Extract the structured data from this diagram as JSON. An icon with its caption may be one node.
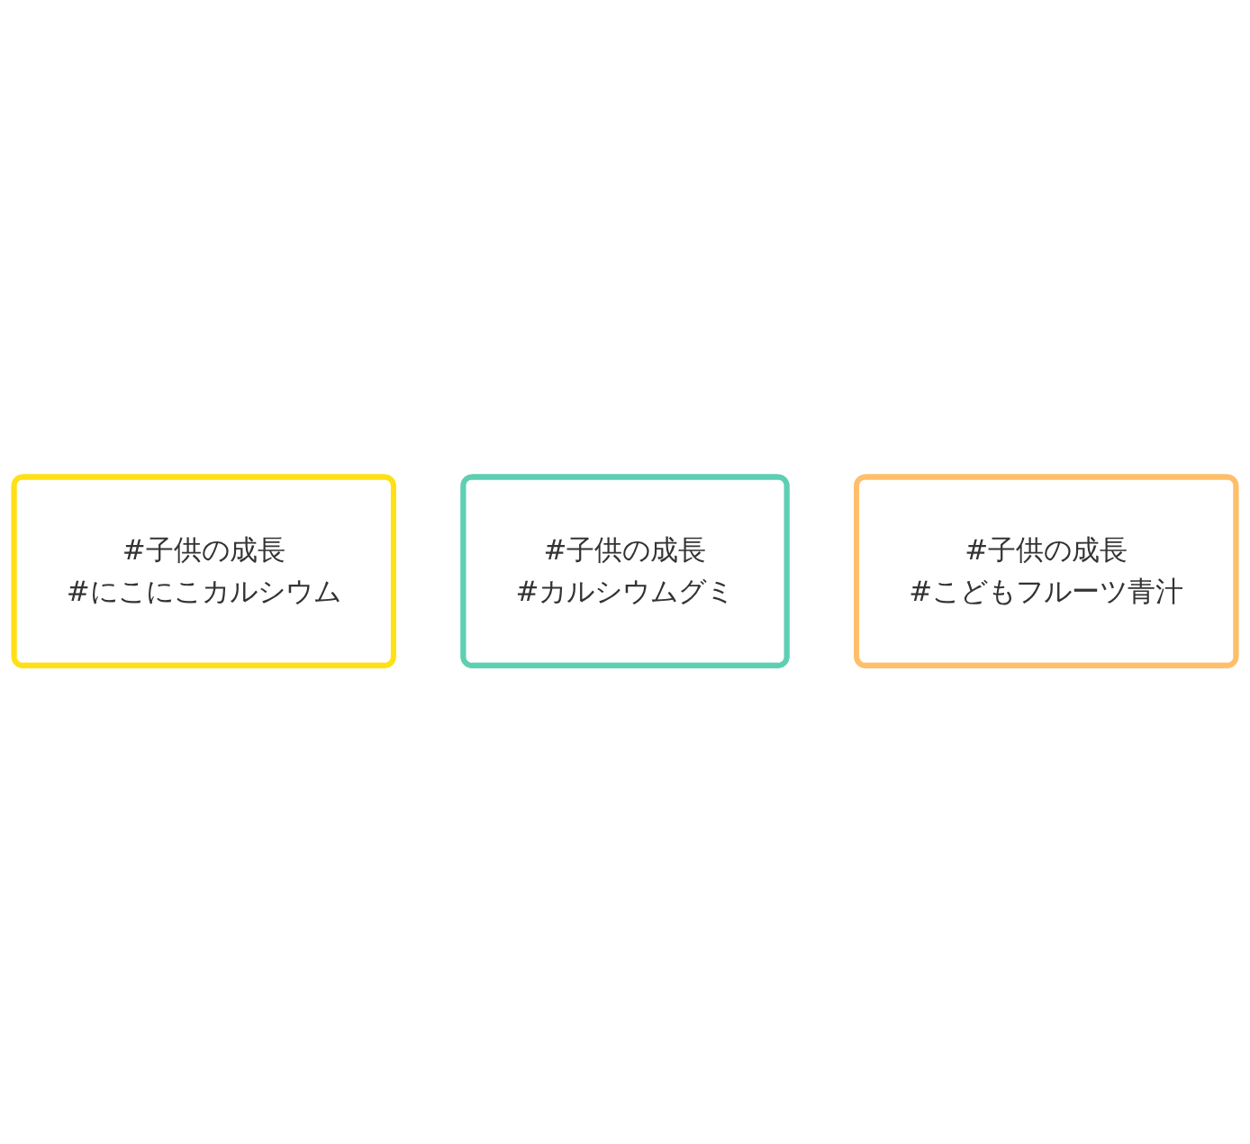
{
  "diagram": {
    "nodes": [
      {
        "text": [
          "#子供の成長",
          "#にこにこカルシウム"
        ]
      },
      {
        "text": [
          "#子供の成長",
          "#カルシウムグミ"
        ]
      },
      {
        "text": [
          "#子供の成長",
          "#こどもフルーツ青汁"
        ]
      }
    ]
  }
}
